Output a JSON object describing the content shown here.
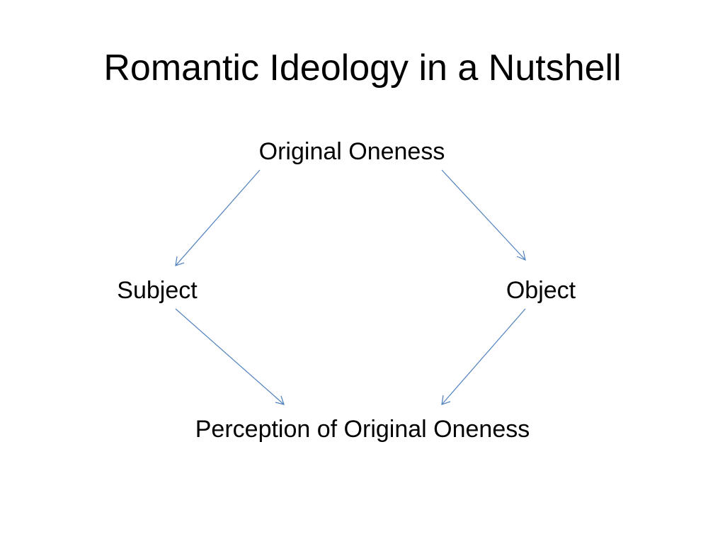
{
  "slide": {
    "title": "Romantic Ideology in a Nutshell"
  },
  "diagram": {
    "nodes": {
      "top": "Original Oneness",
      "left": "Subject",
      "right": "Object",
      "bottom": "Perception of Original Oneness"
    },
    "edges": [
      {
        "from": "top",
        "to": "left"
      },
      {
        "from": "top",
        "to": "right"
      },
      {
        "from": "left",
        "to": "bottom"
      },
      {
        "from": "right",
        "to": "bottom"
      }
    ],
    "arrow_color": "#4f81bd"
  }
}
